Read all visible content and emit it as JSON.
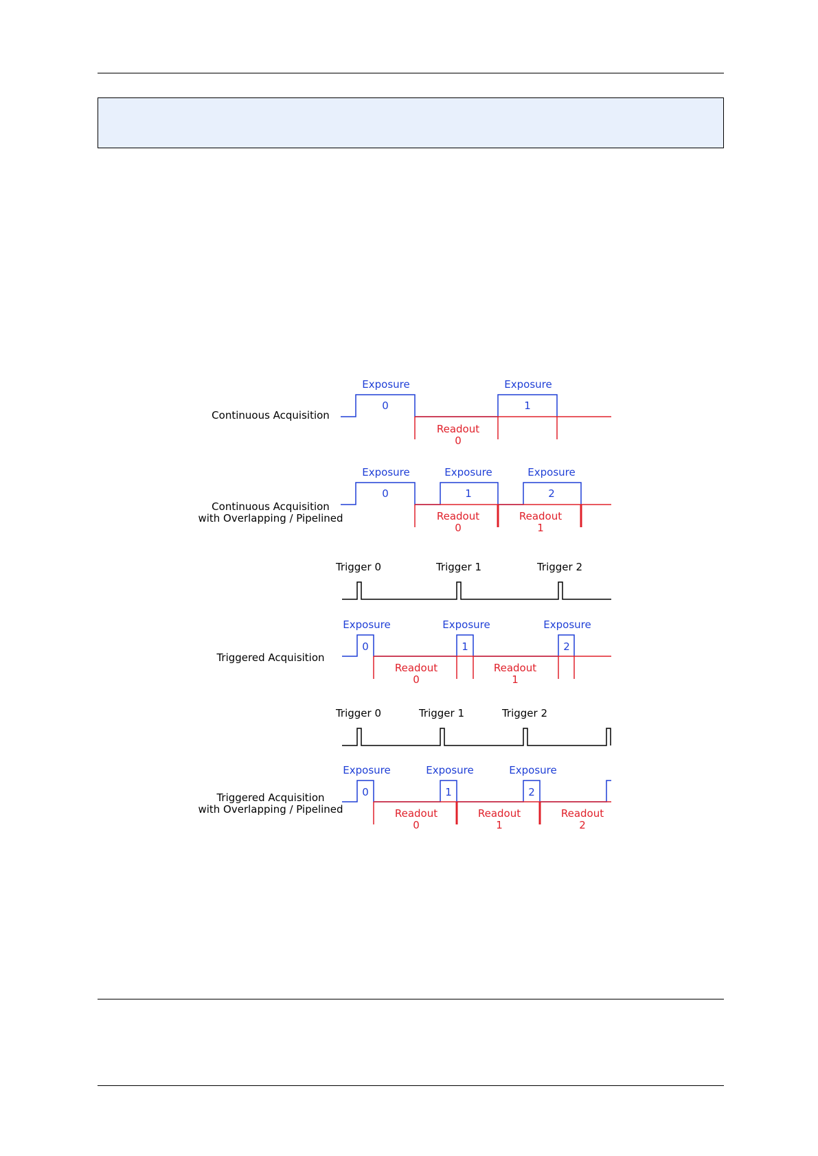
{
  "colors": {
    "exposure": "#1f3fd6",
    "readout": "#e0202a",
    "trigger": "#000000",
    "label": "#000000",
    "note_background": "#e8f0fc"
  },
  "rows": {
    "continuous": {
      "label": [
        "Continuous Acquisition"
      ],
      "exposures": [
        {
          "title": "Exposure",
          "index": "0"
        },
        {
          "title": "Exposure",
          "index": "1"
        }
      ],
      "readouts": [
        {
          "title": "Readout",
          "index": "0"
        }
      ]
    },
    "continuous_pipelined": {
      "label": [
        "Continuous Acquisition",
        "with Overlapping / Pipelined"
      ],
      "exposures": [
        {
          "title": "Exposure",
          "index": "0"
        },
        {
          "title": "Exposure",
          "index": "1"
        },
        {
          "title": "Exposure",
          "index": "2"
        }
      ],
      "readouts": [
        {
          "title": "Readout",
          "index": "0"
        },
        {
          "title": "Readout",
          "index": "1"
        }
      ]
    },
    "triggered_triggers": {
      "labels": [
        "Trigger 0",
        "Trigger 1",
        "Trigger 2"
      ]
    },
    "triggered": {
      "label": [
        "Triggered Acquisition"
      ],
      "exposures": [
        {
          "title": "Exposure",
          "index": "0"
        },
        {
          "title": "Exposure",
          "index": "1"
        },
        {
          "title": "Exposure",
          "index": "2"
        }
      ],
      "readouts": [
        {
          "title": "Readout",
          "index": "0"
        },
        {
          "title": "Readout",
          "index": "1"
        }
      ]
    },
    "triggered_pipelined_triggers": {
      "labels": [
        "Trigger 0",
        "Trigger 1",
        "Trigger 2"
      ]
    },
    "triggered_pipelined": {
      "label": [
        "Triggered Acquisition",
        "with Overlapping / Pipelined"
      ],
      "exposures": [
        {
          "title": "Exposure",
          "index": "0"
        },
        {
          "title": "Exposure",
          "index": "1"
        },
        {
          "title": "Exposure",
          "index": "2"
        }
      ],
      "readouts": [
        {
          "title": "Readout",
          "index": "0"
        },
        {
          "title": "Readout",
          "index": "1"
        },
        {
          "title": "Readout",
          "index": "2"
        }
      ]
    }
  }
}
